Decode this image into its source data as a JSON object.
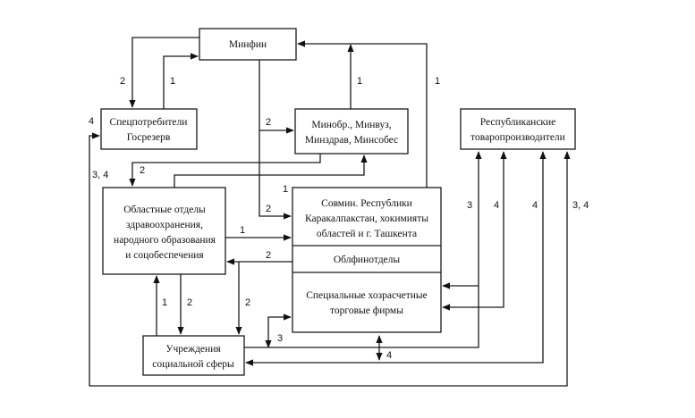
{
  "diagram": {
    "nodes": {
      "minfin": {
        "lines": [
          "Минфин"
        ]
      },
      "spec": {
        "lines": [
          "Спецпотребители",
          "Госрезерв"
        ]
      },
      "minobr": {
        "lines": [
          "Минобр., Минвуз,",
          "Минздрав, Минсобес"
        ]
      },
      "resp": {
        "lines": [
          "Республиканские",
          "товаропроизводители"
        ]
      },
      "obl": {
        "lines": [
          "Областные отделы",
          "здравоохранения,",
          "народного образования",
          "и соцобеспечения"
        ]
      },
      "sovmin": {
        "lines": [
          "Совмин. Республики",
          "Каракалпакстан, хокимияты",
          "областей и г. Ташкента"
        ]
      },
      "oblfin": {
        "lines": [
          "Облфинотделы"
        ]
      },
      "firms": {
        "lines": [
          "Специальные хозрасчетные",
          "торговые фирмы"
        ]
      },
      "uchr": {
        "lines": [
          "Учреждения",
          "социальной сферы"
        ]
      }
    },
    "labels": {
      "minfin_to_spec": "2",
      "spec_to_minfin": "1",
      "minfin_to_minobr": "2",
      "minobr_to_minfin": "1",
      "sovmin_to_minfin": "1",
      "left_to_spec": "4",
      "left_to_obl": "3, 4",
      "minobr_to_obl": "2",
      "obl_to_minobr": "1",
      "minfin_to_sovmin": "2",
      "obl_to_sovmin": "1",
      "oblfin_to_obl": "2",
      "uchr_to_obl": "1",
      "obl_to_uchr": "2",
      "oblfin_to_uchr": "2",
      "uchr_firms": "3",
      "firms_uchr": "4",
      "resp_a": "3",
      "resp_b": "4",
      "resp_c": "4",
      "resp_d": "3, 4"
    }
  }
}
